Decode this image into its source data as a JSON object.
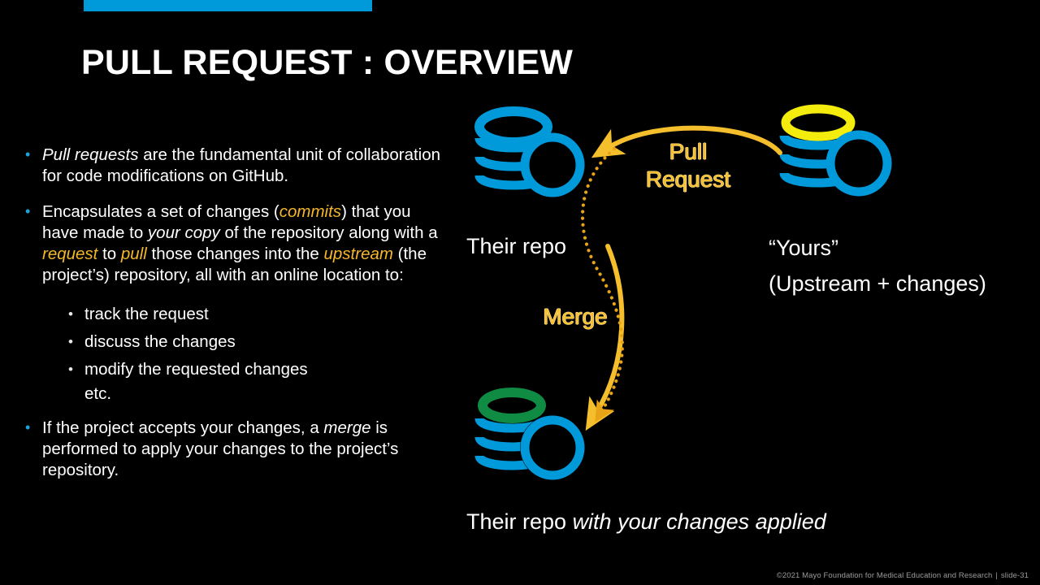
{
  "slide": {
    "title": "PULL REQUEST : OVERVIEW",
    "accent_bar_color": "#0099DA",
    "background_color": "#000000"
  },
  "bullets": [
    {
      "level": 1,
      "runs": [
        {
          "text": "Pull requests",
          "style": "italic"
        },
        {
          "text": " are the fundamental unit of collaboration for code modifications on GitHub.",
          "style": "normal"
        }
      ]
    },
    {
      "level": 1,
      "runs": [
        {
          "text": "Encapsulates a set of changes (",
          "style": "normal"
        },
        {
          "text": "commits",
          "style": "keyword"
        },
        {
          "text": ") that you have made to ",
          "style": "normal"
        },
        {
          "text": "your copy",
          "style": "italic"
        },
        {
          "text": " of the repository along with a ",
          "style": "normal"
        },
        {
          "text": "request",
          "style": "keyword"
        },
        {
          "text": " to ",
          "style": "normal"
        },
        {
          "text": "pull",
          "style": "keyword"
        },
        {
          "text": " those changes into the ",
          "style": "normal"
        },
        {
          "text": "upstream",
          "style": "keyword"
        },
        {
          "text": " (the project’s) repository, all with an online location to:",
          "style": "normal"
        }
      ]
    }
  ],
  "sub_bullets": [
    {
      "text": "track the request"
    },
    {
      "text": "discuss the changes"
    },
    {
      "text": "modify the requested changes",
      "continuation": "etc."
    }
  ],
  "bullet_last": {
    "runs": [
      {
        "text": "If the project accepts your changes, a ",
        "style": "normal"
      },
      {
        "text": "merge",
        "style": "italic"
      },
      {
        "text": " is performed to apply your changes to the project’s repository.",
        "style": "normal"
      }
    ]
  },
  "diagram": {
    "nodes": [
      {
        "id": "their-repo",
        "label": "Their repo",
        "top_ring_color": "#0099DA",
        "band_color": "#0099DA",
        "circle_color": "#0099DA"
      },
      {
        "id": "yours-repo",
        "label_line1": "“Yours”",
        "label_line2": "(Upstream + changes)",
        "top_ring_color": "#F3EC0C",
        "band_color": "#0099DA",
        "circle_color": "#0099DA"
      },
      {
        "id": "their-repo-merged",
        "label_normal": "Their repo ",
        "label_italic": "with your changes applied",
        "top_ring_color": "#108B43",
        "band_color": "#0099DA",
        "circle_color": "#0099DA"
      }
    ],
    "arrows": [
      {
        "id": "pull-request-arrow",
        "label_line1": "Pull",
        "label_line2": "Request",
        "color": "#F5BE2C",
        "style": "solid",
        "direction": "right-to-left"
      },
      {
        "id": "merge-arrow",
        "label": "Merge",
        "color": "#F5BE2C",
        "style": "solid",
        "direction": "top-to-bottom"
      },
      {
        "id": "flow-dotted-arrow",
        "color": "#E8A317",
        "style": "dotted",
        "direction": "top-to-bottom"
      }
    ]
  },
  "footer": {
    "copyright": "©2021 Mayo Foundation for Medical Education and Research",
    "separator": "|",
    "slide_number": "slide-31"
  }
}
